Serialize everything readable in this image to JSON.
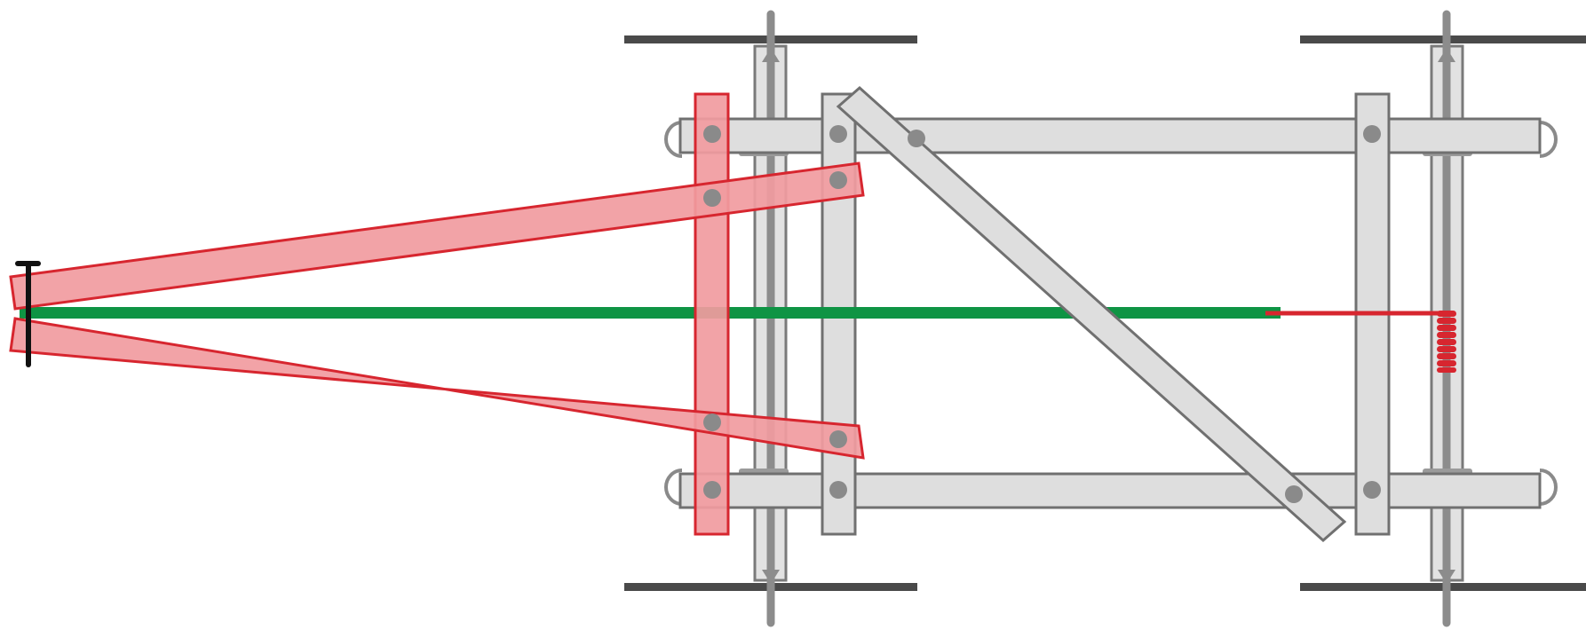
{
  "diagram": {
    "type": "vehicle chassis steering linkage (top view)",
    "colors": {
      "background": "#ffffff",
      "frame_fill": "#dedede",
      "frame_stroke": "#707070",
      "axle": "#8c8c8c",
      "wheel": "#4a4a4a",
      "pivot": "#8a8a8a",
      "steering_fill": "#f19ba0",
      "steering_stroke": "#d7262f",
      "tie_rod": "#0e9444",
      "spring": "#d7262f",
      "handle": "#111111"
    },
    "parts": [
      "left-wheel-top",
      "left-wheel-bottom",
      "right-wheel-top",
      "right-wheel-bottom",
      "left-axle",
      "right-axle",
      "top-longitudinal-rail",
      "bottom-longitudinal-rail",
      "front-crossmember",
      "rear-crossmember",
      "diagonal-brace",
      "steering-crossbar",
      "upper-steering-arm",
      "lower-steering-arm",
      "green-tie-rod",
      "red-return-cable",
      "return-spring",
      "steering-handle"
    ]
  }
}
